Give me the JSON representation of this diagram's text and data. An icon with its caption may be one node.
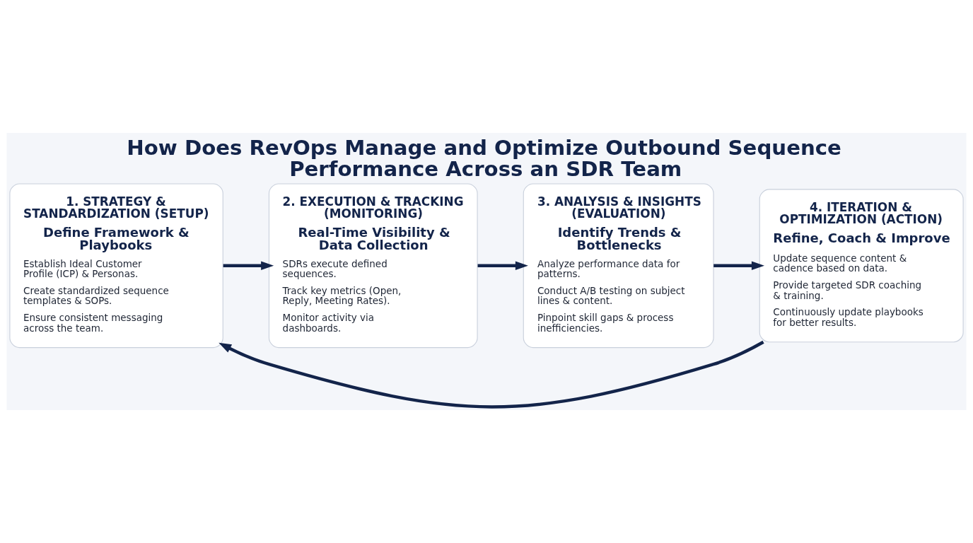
{
  "diagram": {
    "title": "How Does RevOps Manage and Optimize Outbound Sequence Performance Across an SDR Team",
    "nodes": [
      {
        "text": [
          "1. STRATEGY & STANDARDIZATION (SETUP)",
          "Define Framework & Playbooks",
          "Establish Ideal Customer Profile (ICP) & Personas.",
          "Create standardized sequence templates & SOPs.",
          "Ensure consistent messaging across the team."
        ]
      },
      {
        "text": [
          "2. EXECUTION & TRACKING (MONITORING)",
          "Real-Time Visibility & Data Collection",
          "SDRs execute defined sequences.",
          "Track key metrics (Open, Reply, Meeting Rates).",
          "Monitor activity via dashboards."
        ]
      },
      {
        "text": [
          "3. ANALYSIS & INSIGHTS (EVALUATION)",
          "Identify Trends & Bottlenecks",
          "Analyze performance data for patterns.",
          "Conduct A/B testing on subject lines & content.",
          "Pinpoint skill gaps & process inefficiencies."
        ]
      },
      {
        "text": [
          "4. ITERATION & OPTIMIZATION (ACTION)",
          "Refine, Coach & Improve",
          "Update sequence content & cadence based on data.",
          "Provide targeted SDR coaching & training.",
          "Continuously update playbooks for better results."
        ]
      }
    ],
    "edges": [
      {
        "from": 0,
        "to": 1,
        "arrow": "to"
      },
      {
        "from": 1,
        "to": 2,
        "arrow": "to"
      },
      {
        "from": 2,
        "to": 3,
        "arrow": "to"
      },
      {
        "from": 3,
        "to": 0,
        "arrow": "to"
      }
    ]
  }
}
